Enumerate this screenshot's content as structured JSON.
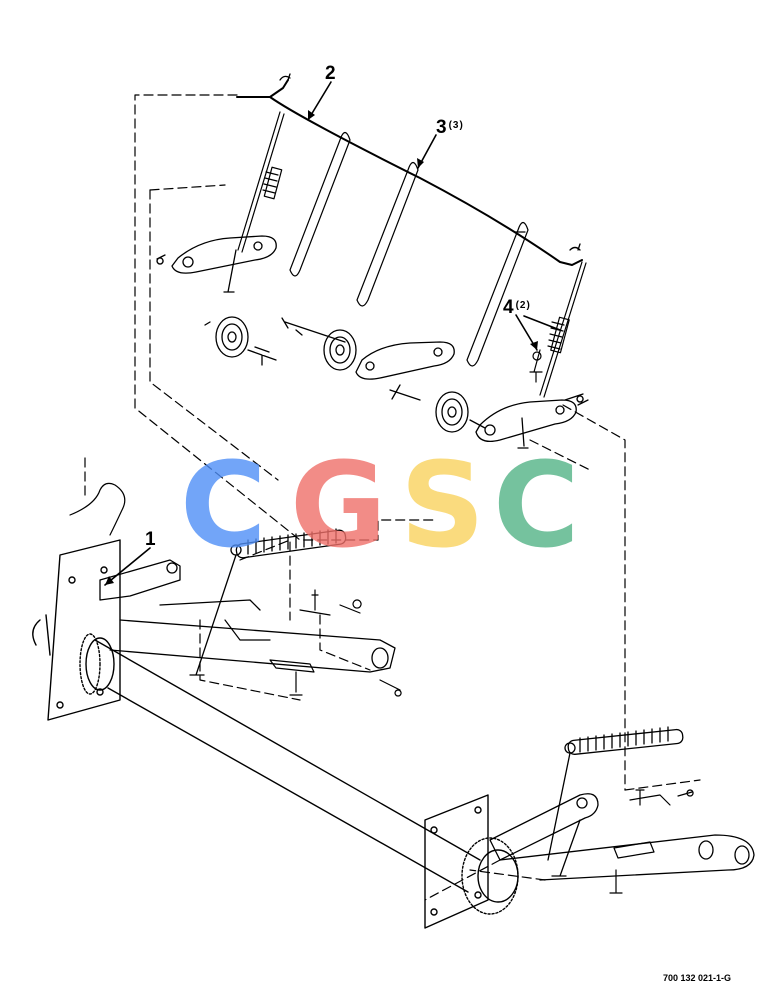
{
  "callouts": [
    {
      "number": "1",
      "qty": ""
    },
    {
      "number": "2",
      "qty": ""
    },
    {
      "number": "3",
      "qty": "(3)"
    },
    {
      "number": "4",
      "qty": "(2)"
    }
  ],
  "watermark": {
    "letters": [
      "C",
      "G",
      "S",
      "C"
    ],
    "colors": [
      "#4f8ff7",
      "#f0706a",
      "#f9d35e",
      "#53b386"
    ]
  },
  "figure_ref": "700 132 021-1-G"
}
